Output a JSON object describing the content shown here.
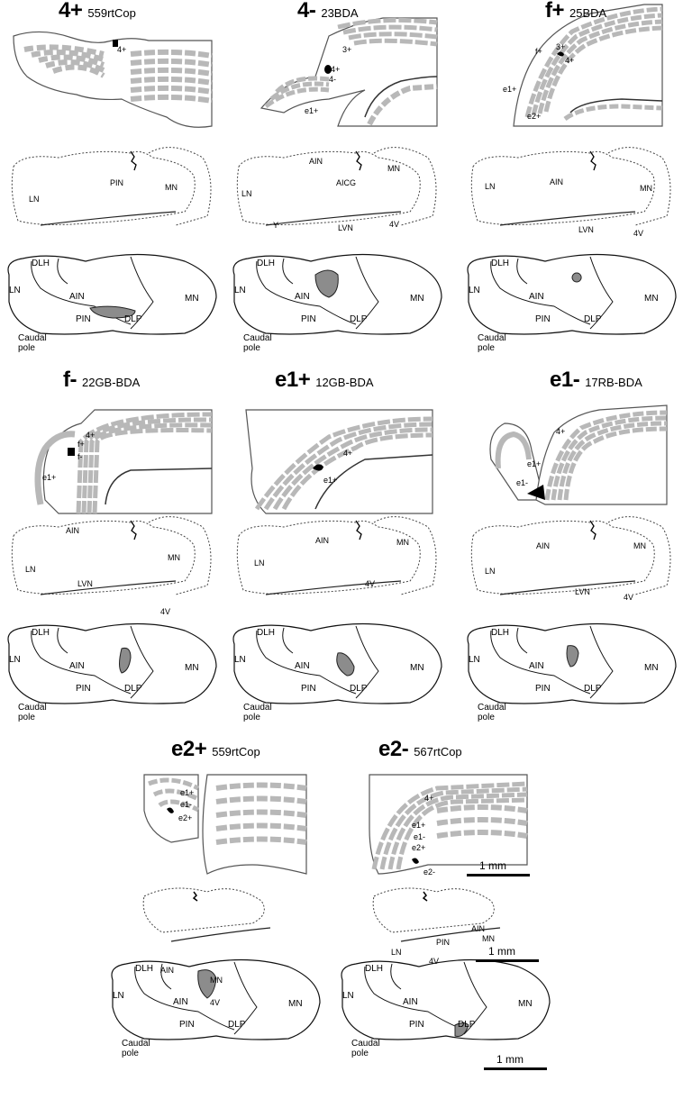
{
  "panels": [
    {
      "zone": "4+",
      "tracer": "559rtCop",
      "section_labels": [
        "4+"
      ],
      "nuclei_section_labels": [
        "LN",
        "PIN",
        "MN"
      ],
      "map_labels": [
        "DLH",
        "LN",
        "AIN",
        "PIN",
        "DLP",
        "MN",
        "Caudal pole"
      ]
    },
    {
      "zone": "4-",
      "tracer": "23BDA",
      "section_labels": [
        "3+",
        "4+",
        "4-",
        "e1+"
      ],
      "nuclei_section_labels": [
        "AIN",
        "MN",
        "LN",
        "AICG",
        "Y",
        "LVN",
        "4V"
      ],
      "map_labels": [
        "DLH",
        "LN",
        "AIN",
        "PIN",
        "DLP",
        "MN",
        "Caudal pole"
      ]
    },
    {
      "zone": "f+",
      "tracer": "25BDA",
      "section_labels": [
        "f+",
        "3+",
        "4+",
        "e1+",
        "e2+"
      ],
      "nuclei_section_labels": [
        "LN",
        "AIN",
        "MN",
        "LVN",
        "4V"
      ],
      "map_labels": [
        "DLH",
        "LN",
        "AIN",
        "PIN",
        "DLP",
        "MN",
        "Caudal pole"
      ]
    },
    {
      "zone": "f-",
      "tracer": "22GB-BDA",
      "section_labels": [
        "4+",
        "f+",
        "f-",
        "e1+"
      ],
      "nuclei_section_labels": [
        "AIN",
        "LN",
        "MN",
        "LVN",
        "4V"
      ],
      "map_labels": [
        "DLH",
        "LN",
        "AIN",
        "PIN",
        "DLP",
        "MN",
        "Caudal pole"
      ]
    },
    {
      "zone": "e1+",
      "tracer": "12GB-BDA",
      "section_labels": [
        "4+",
        "e1+"
      ],
      "nuclei_section_labels": [
        "AIN",
        "LN",
        "MN",
        "4V"
      ],
      "map_labels": [
        "DLH",
        "LN",
        "AIN",
        "PIN",
        "DLP",
        "MN",
        "Caudal pole"
      ]
    },
    {
      "zone": "e1-",
      "tracer": "17RB-BDA",
      "section_labels": [
        "4+",
        "e1+",
        "e1-"
      ],
      "nuclei_section_labels": [
        "AIN",
        "MN",
        "LN",
        "LVN",
        "4V"
      ],
      "map_labels": [
        "DLH",
        "LN",
        "AIN",
        "PIN",
        "DLP",
        "MN",
        "Caudal pole"
      ]
    },
    {
      "zone": "e2+",
      "tracer": "559rtCop",
      "section_labels": [
        "e1+",
        "e1-",
        "e2+"
      ],
      "nuclei_section_labels": [
        "AIN",
        "MN",
        "4V"
      ],
      "map_labels": [
        "DLH",
        "LN",
        "AIN",
        "PIN",
        "DLP",
        "MN",
        "Caudal pole"
      ]
    },
    {
      "zone": "e2-",
      "tracer": "567rtCop",
      "section_labels": [
        "4+",
        "e1+",
        "e1-",
        "e2+",
        "e2-"
      ],
      "nuclei_section_labels": [
        "AIN",
        "PIN",
        "MN",
        "LN",
        "4V"
      ],
      "map_labels": [
        "DLH",
        "LN",
        "AIN",
        "PIN",
        "DLP",
        "MN",
        "Caudal pole"
      ]
    }
  ],
  "scale_bars": [
    "1 mm",
    "1 mm",
    "1 mm"
  ]
}
